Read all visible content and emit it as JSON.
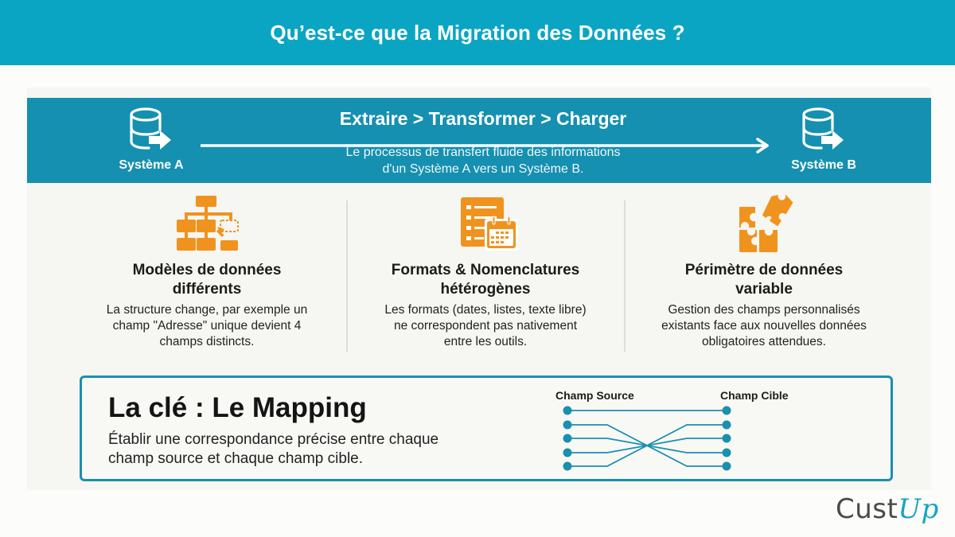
{
  "header": {
    "title": "Qu’est-ce que la Migration des Données ?",
    "background_color": "#0ba5c4"
  },
  "band": {
    "title": "Extraire > Transformer > Charger",
    "description_line1": "Le processus de transfert fluide des informations",
    "description_line2": "d'un Système A vers un Système B.",
    "source_system": {
      "label": "Système A",
      "icon": "database-export-icon"
    },
    "target_system": {
      "label": "Système B",
      "icon": "database-export-icon"
    },
    "background_color": "#1590b0"
  },
  "columns": [
    {
      "icon": "org-chart-icon",
      "title_line1": "Modèles de données",
      "title_line2": "différents",
      "text_line1": "La structure change, par exemple un",
      "text_line2": "champ \"Adresse\" unique devient 4",
      "text_line3": "champs distincts."
    },
    {
      "icon": "list-calendar-icon",
      "title_line1": "Formats & Nomenclatures",
      "title_line2": "hétérogènes",
      "text_line1": "Les formats (dates, listes, texte libre)",
      "text_line2": "ne correspondent pas nativement",
      "text_line3": "entre les outils."
    },
    {
      "icon": "puzzle-icon",
      "title_line1": "Périmètre de données",
      "title_line2": "variable",
      "text_line1": "Gestion des champs personnalisés",
      "text_line2": "existants face aux nouvelles données",
      "text_line3": "obligatoires attendues."
    }
  ],
  "mapping": {
    "title": "La clé : Le Mapping",
    "text_line1": "Établir une correspondance précise entre chaque",
    "text_line2": "champ source et chaque champ cible.",
    "source_label": "Champ Source",
    "target_label": "Champ Cible",
    "node_count": 5,
    "border_color": "#1a8fae"
  },
  "accent_color": "#f0931e",
  "logo": {
    "part1": "Cust",
    "part2": "Up"
  }
}
